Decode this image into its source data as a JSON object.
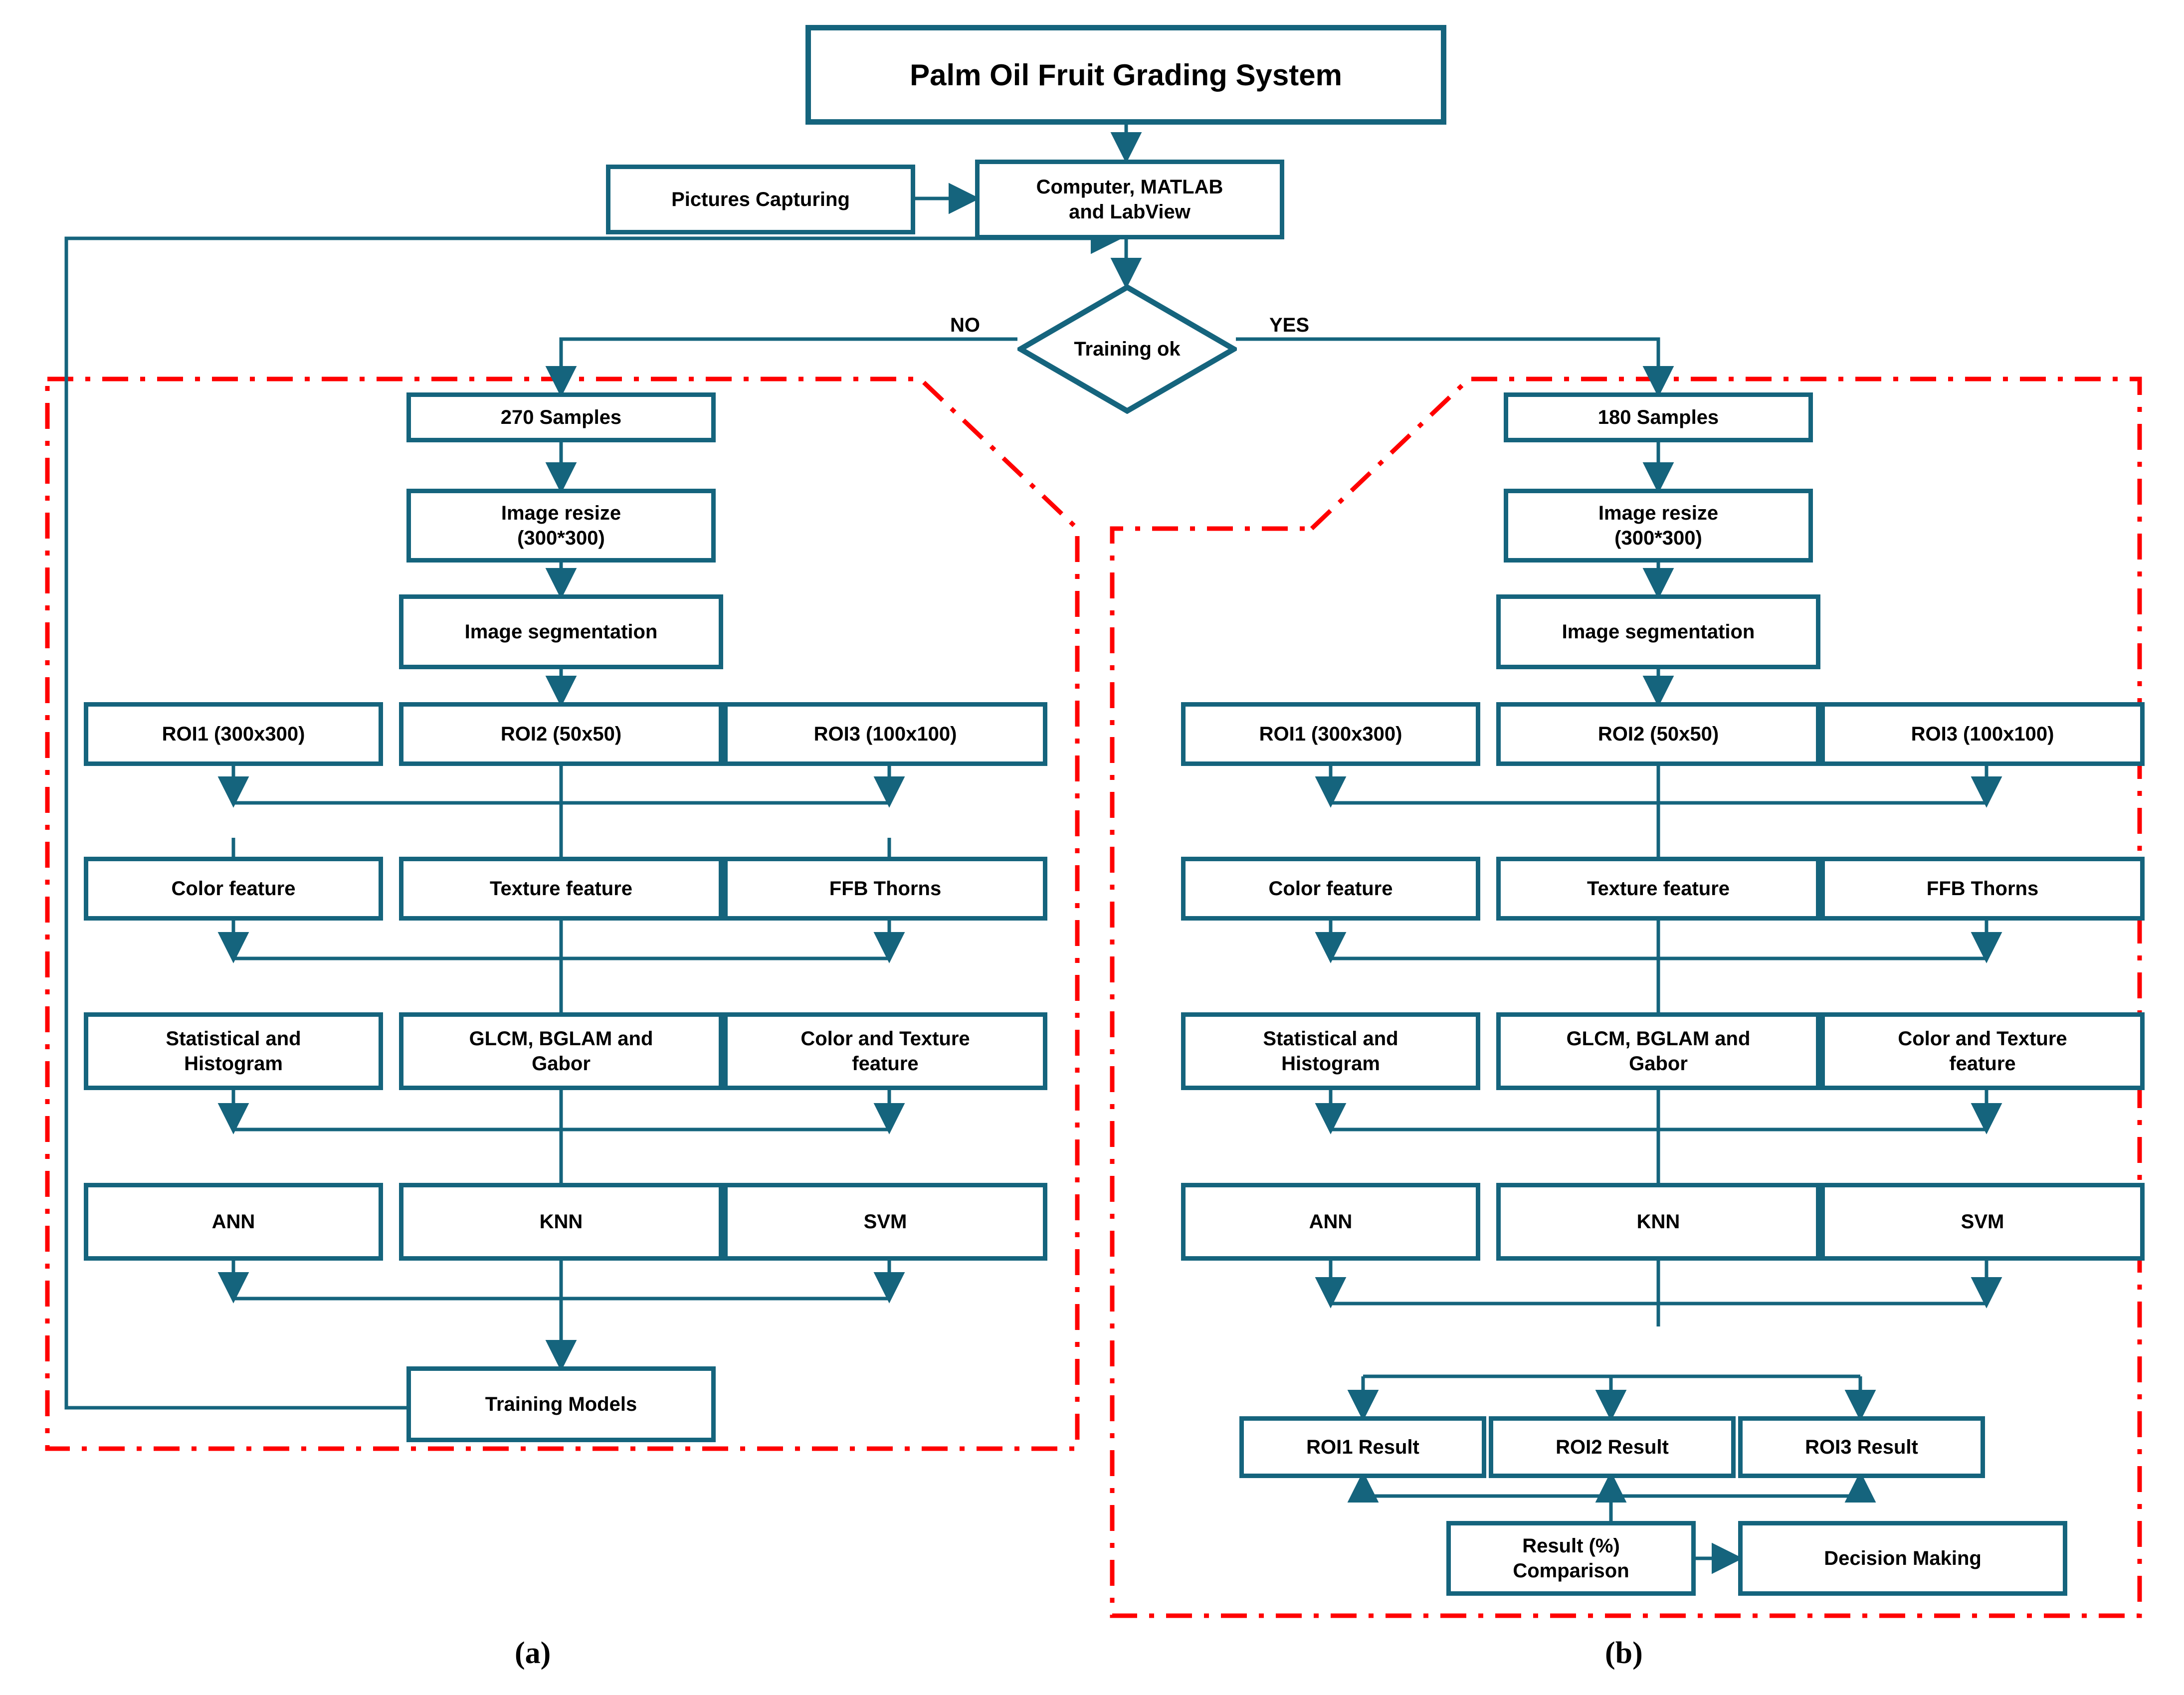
{
  "figure": {
    "title_box": "Palm Oil Fruit Grading System",
    "colors": {
      "box_stroke": "#15647d",
      "arrow": "#15647d",
      "panel_border": "#ff0000",
      "text": "#000000",
      "background": "#ffffff"
    },
    "captions": {
      "left": "(a)",
      "right": "(b)"
    }
  },
  "header": {
    "title": "Palm Oil Fruit Grading System",
    "capture": "Pictures Capturing",
    "computer": "Computer, MATLAB\nand LabView",
    "decision": "Training ok",
    "branch_no": "NO",
    "branch_yes": "YES"
  },
  "training_panel": {
    "caption": "(a)",
    "samples": "270 Samples",
    "resize": "Image resize\n(300*300)",
    "segmentation": "Image segmentation",
    "roi": [
      "ROI1 (300x300)",
      "ROI2 (50x50)",
      "ROI3 (100x100)"
    ],
    "features": [
      "Color  feature",
      "Texture feature",
      "FFB  Thorns"
    ],
    "descriptors": [
      "Statistical and\nHistogram",
      "GLCM, BGLAM  and\nGabor",
      "Color and Texture\nfeature"
    ],
    "classifiers": [
      "ANN",
      "KNN",
      "SVM"
    ],
    "output": "Training  Models"
  },
  "testing_panel": {
    "caption": "(b)",
    "samples": "180 Samples",
    "resize": "Image resize\n(300*300)",
    "segmentation": "Image segmentation",
    "roi": [
      "ROI1 (300x300)",
      "ROI2 (50x50)",
      "ROI3 (100x100)"
    ],
    "features": [
      "Color  feature",
      "Texture feature",
      "FFB  Thorns"
    ],
    "descriptors": [
      "Statistical and\nHistogram",
      "GLCM, BGLAM  and\nGabor",
      "Color and Texture\nfeature"
    ],
    "classifiers": [
      "ANN",
      "KNN",
      "SVM"
    ],
    "results": [
      "ROI1 Result",
      "ROI2 Result",
      "ROI3 Result"
    ],
    "comparison": "Result (%)\nComparison",
    "decision_making": "Decision Making"
  }
}
